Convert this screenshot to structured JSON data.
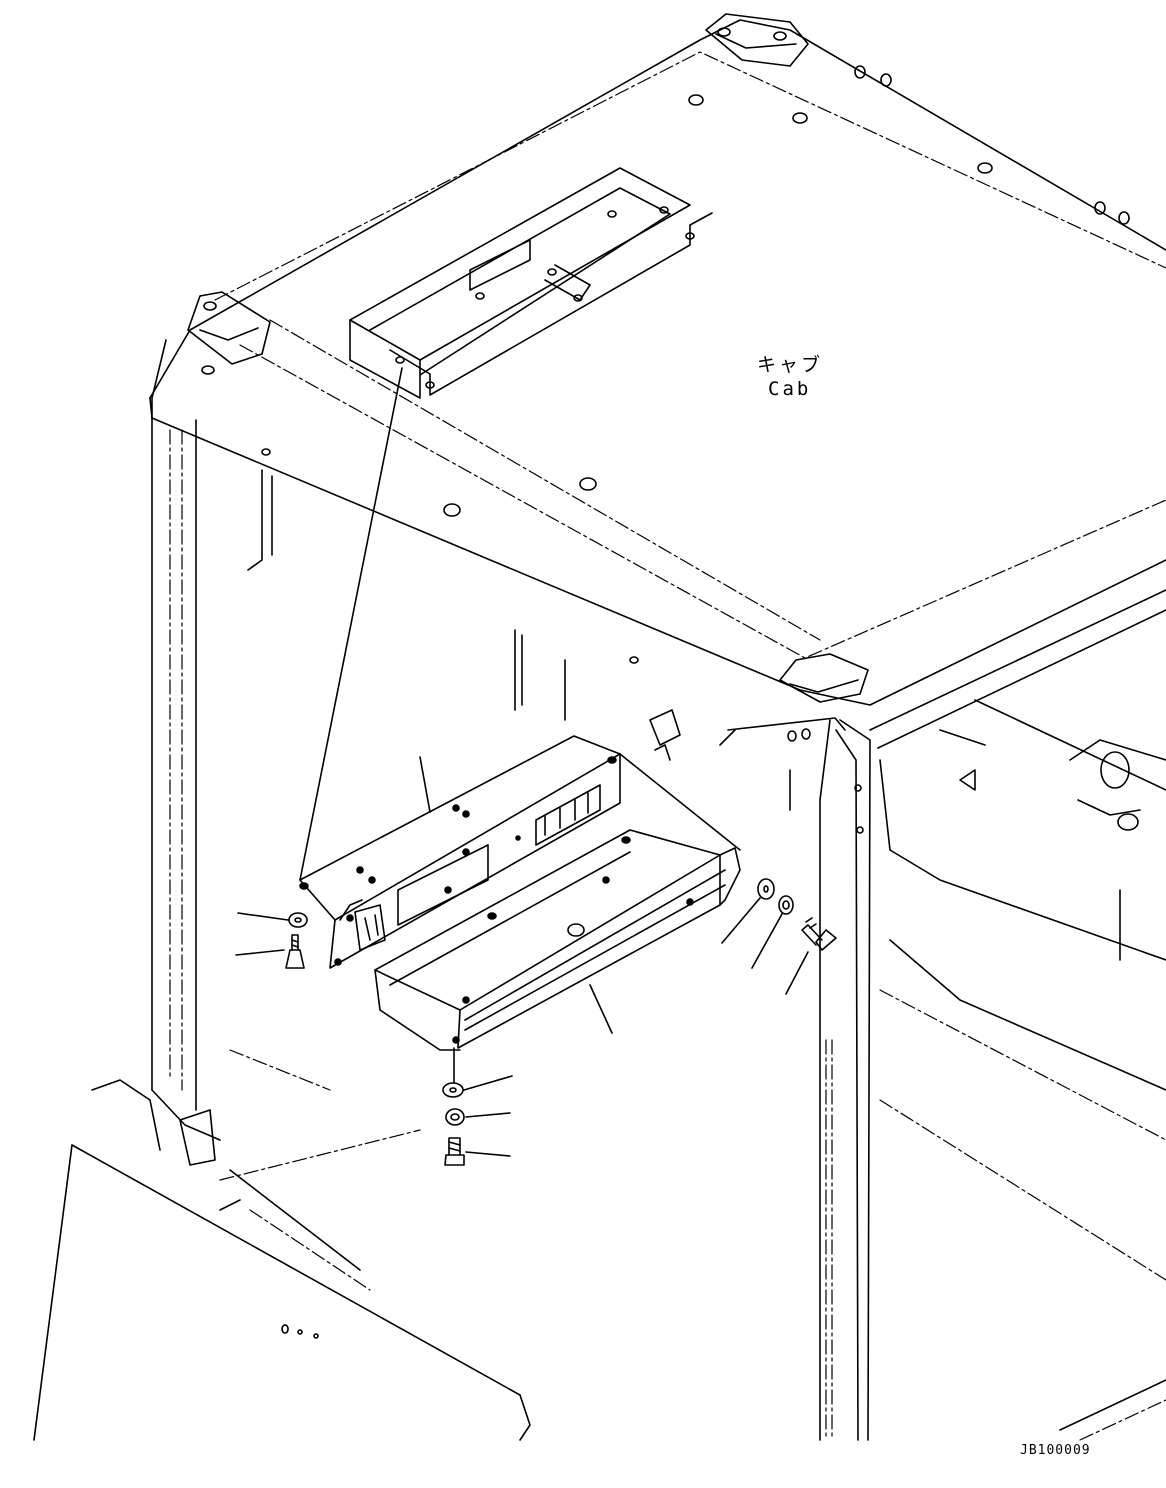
{
  "labels": {
    "cab_japanese": "キャブ",
    "cab_english": "Cab",
    "drawing_number": "JB100009"
  },
  "colors": {
    "line": "#000000",
    "background": "#ffffff"
  }
}
